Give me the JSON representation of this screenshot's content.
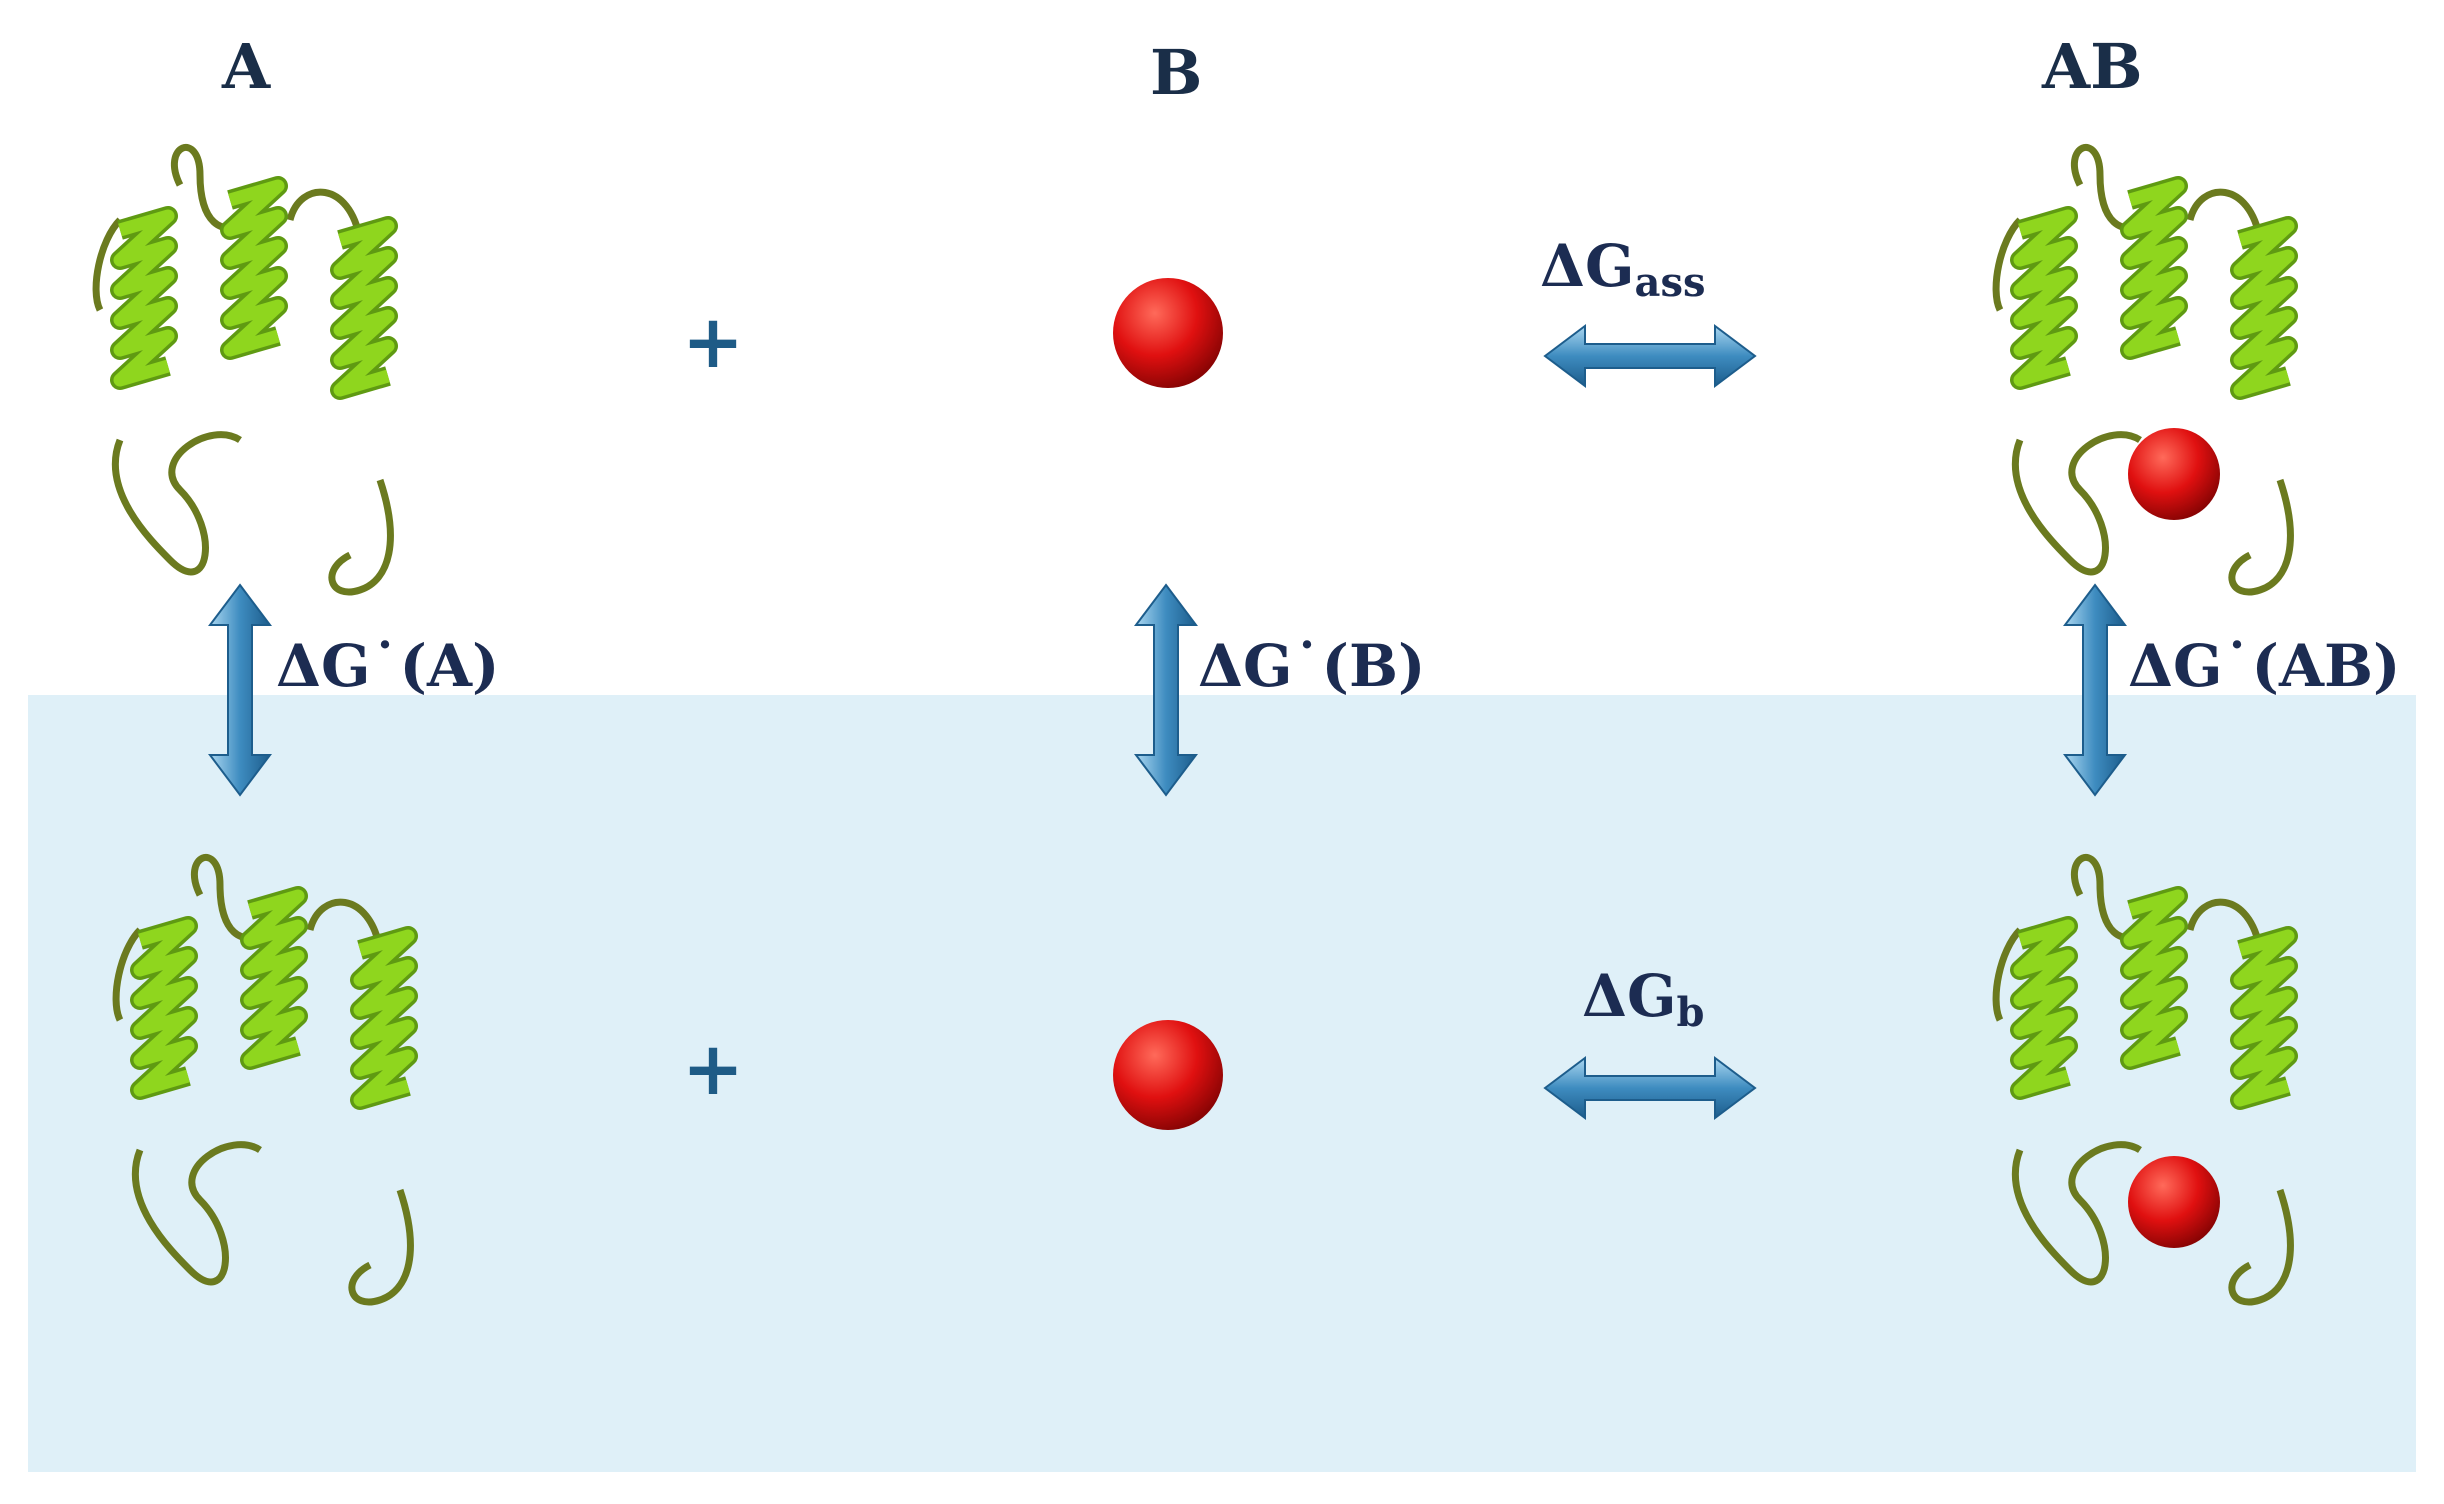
{
  "labels": {
    "species_a": "A",
    "species_b": "B",
    "species_ab": "AB",
    "plus": "+",
    "delta": "ΔG",
    "sub_ass": "ass",
    "sub_b": "b",
    "dg_prime_a": "ΔG˙(A)",
    "dg_prime_b": "ΔG˙(B)",
    "dg_prime_ab": "ΔG˙(AB)"
  },
  "colors": {
    "helix": "#8fd61e",
    "helix_dark": "#5f9a12",
    "loop": "#6b7a1f",
    "ligand": "#e01010",
    "arrow": "#2f7fb3",
    "solvent_background": "#dff0f8",
    "text": "#1c2c52"
  },
  "icons": [
    "protein-ribbon-icon",
    "ligand-sphere-icon",
    "double-arrow-icon"
  ]
}
